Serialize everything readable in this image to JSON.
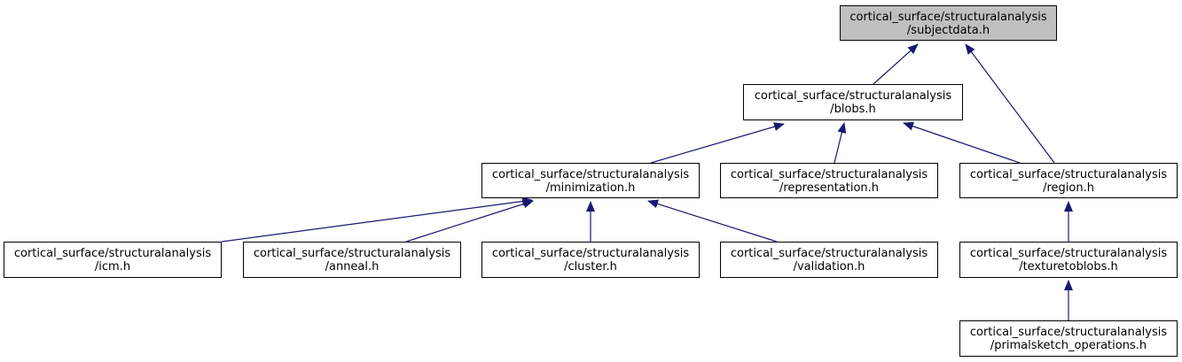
{
  "colors": {
    "edge": "#191970",
    "node_border": "#000000",
    "node_fill": "#ffffff",
    "root_fill": "#bfbfbf"
  },
  "nodes": {
    "subjectdata": {
      "line1": "cortical_surface/structuralanalysis",
      "line2": "/subjectdata.h"
    },
    "blobs": {
      "line1": "cortical_surface/structuralanalysis",
      "line2": "/blobs.h"
    },
    "minimization": {
      "line1": "cortical_surface/structuralanalysis",
      "line2": "/minimization.h"
    },
    "representation": {
      "line1": "cortical_surface/structuralanalysis",
      "line2": "/representation.h"
    },
    "region": {
      "line1": "cortical_surface/structuralanalysis",
      "line2": "/region.h"
    },
    "icm": {
      "line1": "cortical_surface/structuralanalysis",
      "line2": "/icm.h"
    },
    "anneal": {
      "line1": "cortical_surface/structuralanalysis",
      "line2": "/anneal.h"
    },
    "cluster": {
      "line1": "cortical_surface/structuralanalysis",
      "line2": "/cluster.h"
    },
    "validation": {
      "line1": "cortical_surface/structuralanalysis",
      "line2": "/validation.h"
    },
    "texturetoblobs": {
      "line1": "cortical_surface/structuralanalysis",
      "line2": "/texturetoblobs.h"
    },
    "primalsketch": {
      "line1": "cortical_surface/structuralanalysis",
      "line2": "/primalsketch_operations.h"
    }
  },
  "edges": [
    {
      "from": "blobs",
      "to": "subjectdata"
    },
    {
      "from": "region",
      "to": "subjectdata"
    },
    {
      "from": "minimization",
      "to": "blobs"
    },
    {
      "from": "representation",
      "to": "blobs"
    },
    {
      "from": "region",
      "to": "blobs"
    },
    {
      "from": "icm",
      "to": "minimization"
    },
    {
      "from": "anneal",
      "to": "minimization"
    },
    {
      "from": "cluster",
      "to": "minimization"
    },
    {
      "from": "validation",
      "to": "minimization"
    },
    {
      "from": "texturetoblobs",
      "to": "region"
    },
    {
      "from": "primalsketch",
      "to": "texturetoblobs"
    }
  ]
}
